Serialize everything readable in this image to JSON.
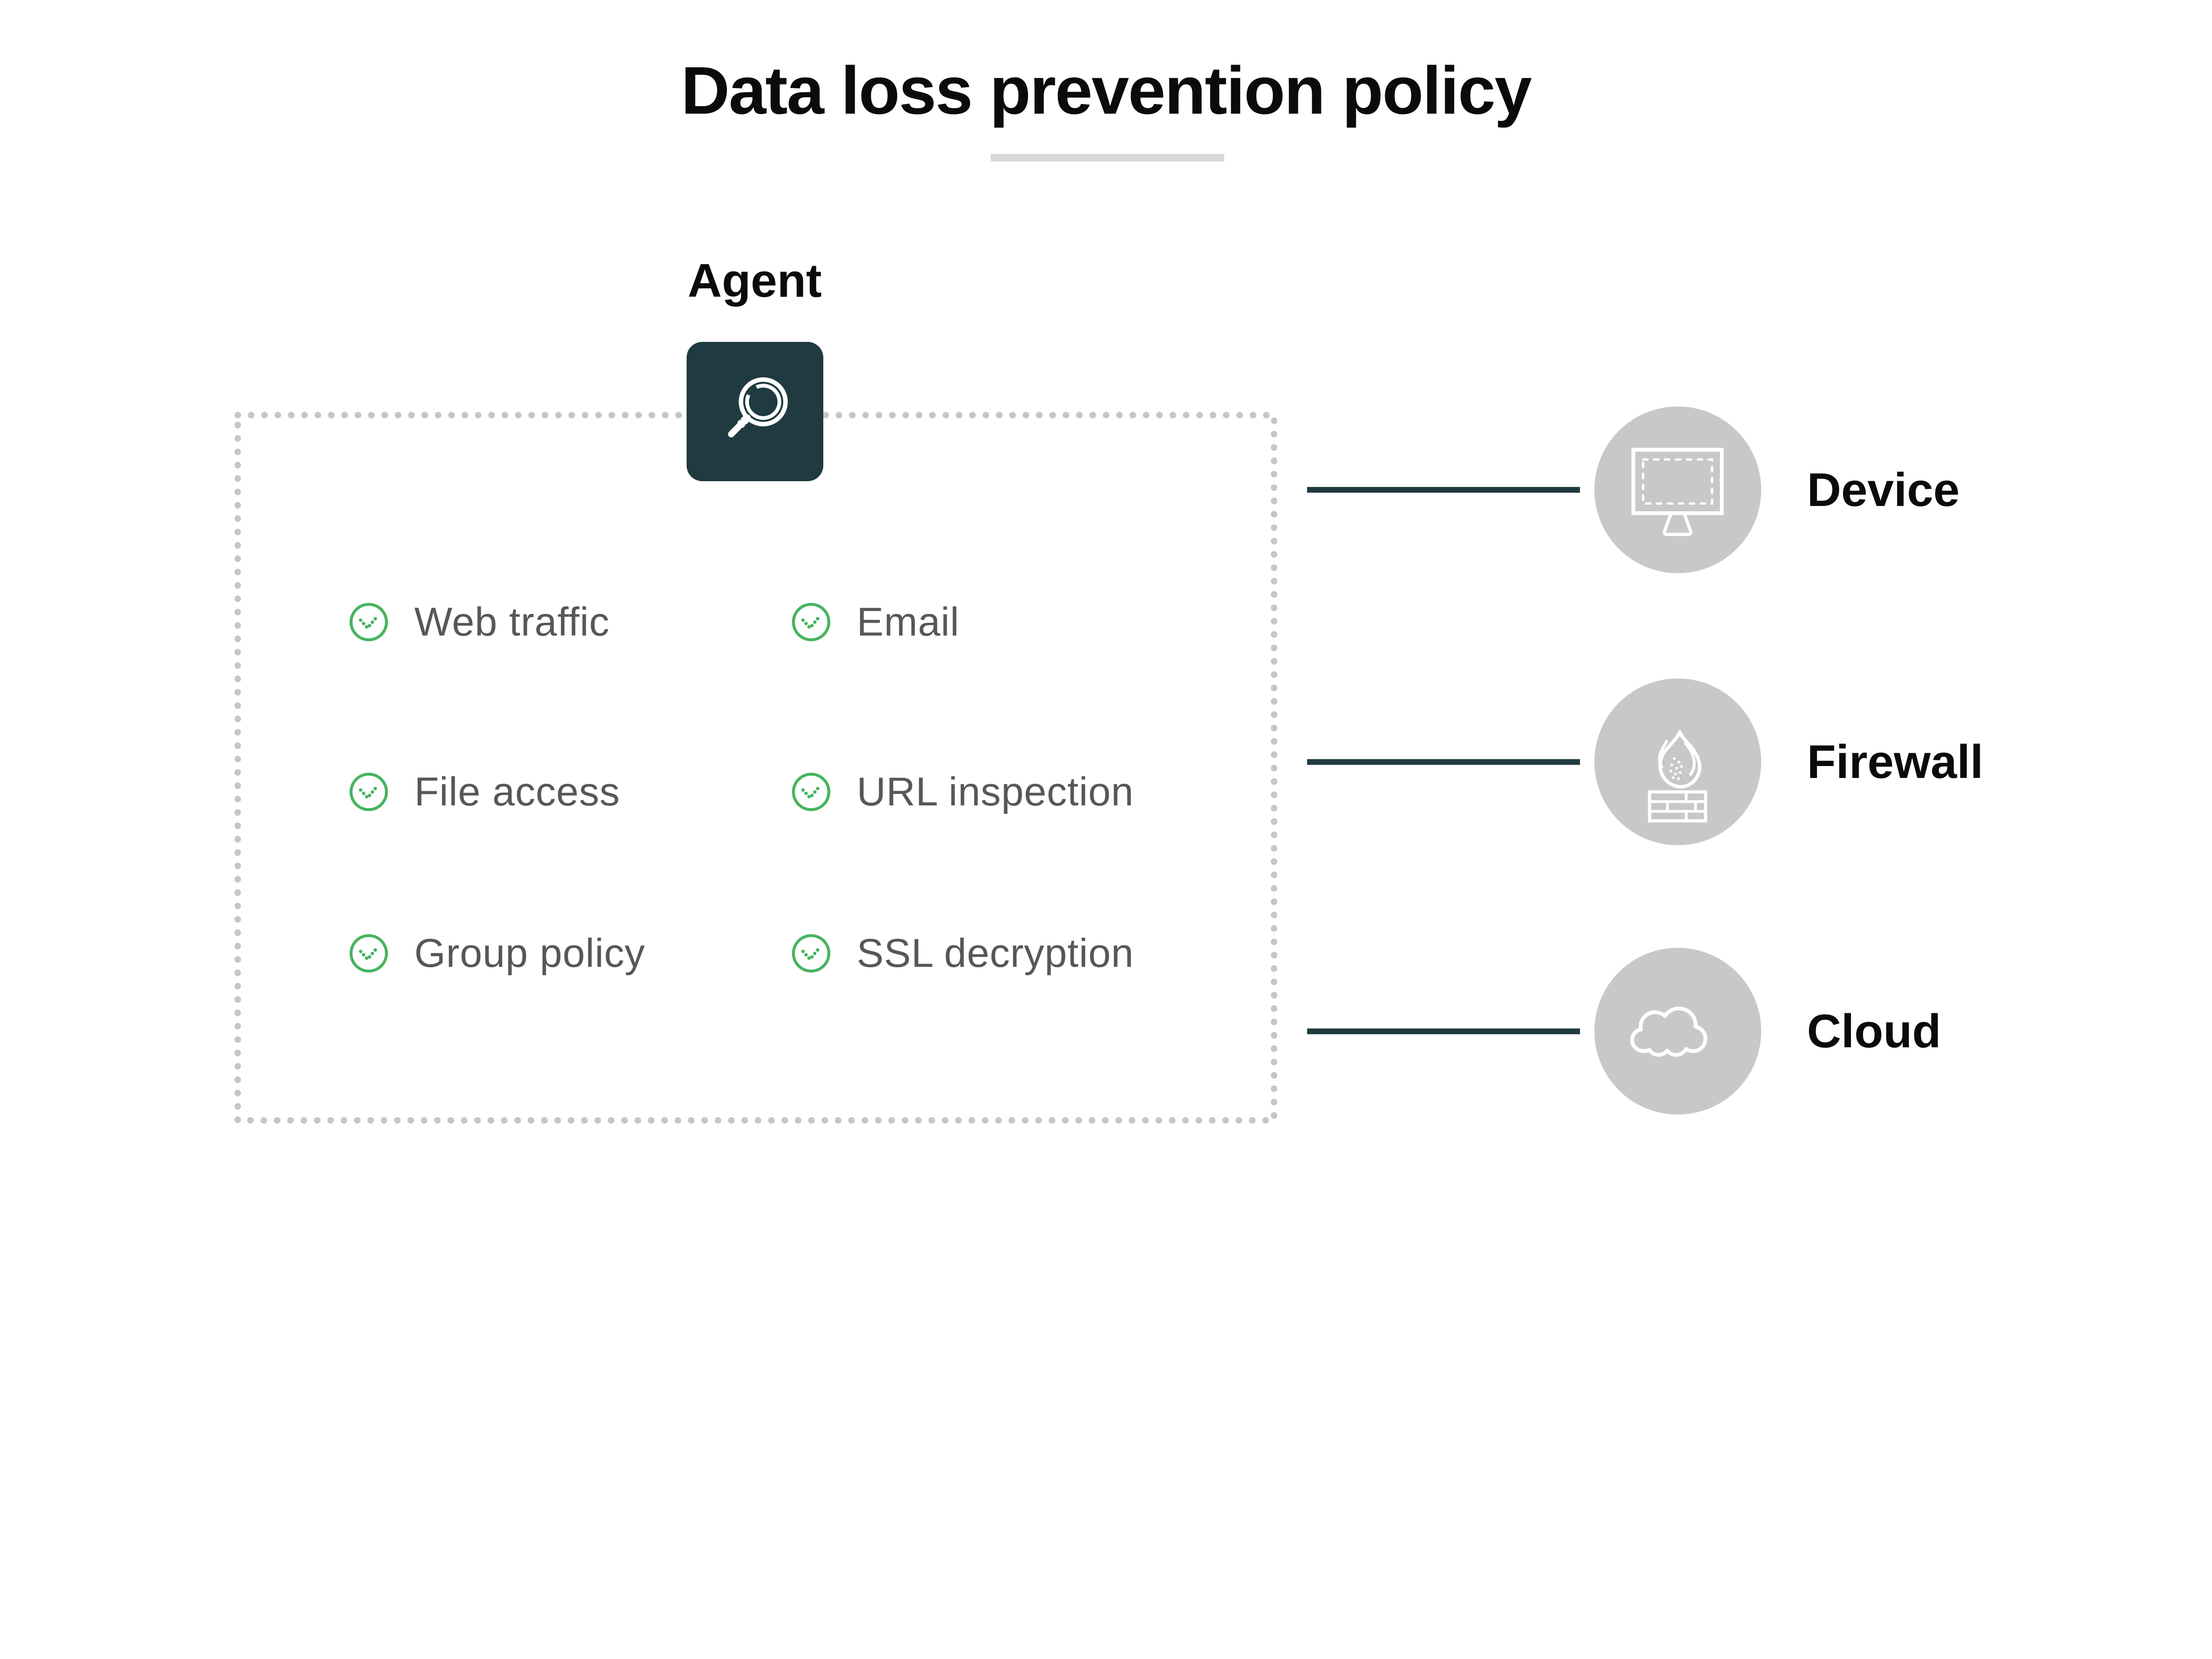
{
  "title": "Data loss prevention policy",
  "agent": {
    "label": "Agent",
    "icon": "magnifier-icon"
  },
  "capabilities": [
    {
      "label": "Web traffic",
      "status_icon": "check-icon"
    },
    {
      "label": "Email",
      "status_icon": "check-icon"
    },
    {
      "label": "File access",
      "status_icon": "check-icon"
    },
    {
      "label": "URL inspection",
      "status_icon": "check-icon"
    },
    {
      "label": "Group policy",
      "status_icon": "check-icon"
    },
    {
      "label": "SSL decryption",
      "status_icon": "check-icon"
    }
  ],
  "endpoints": [
    {
      "label": "Device",
      "icon": "monitor-icon"
    },
    {
      "label": "Firewall",
      "icon": "firewall-icon"
    },
    {
      "label": "Cloud",
      "icon": "cloud-icon"
    }
  ],
  "colors": {
    "accent_teal": "#1f3a40",
    "check_green": "#47b45f",
    "endpoint_circle_gray": "#c8c8c8",
    "dotted_border_gray": "#c6c6c6",
    "underline_gray": "#d8d8d8",
    "capability_text_gray": "#55585a",
    "heading_black": "#0b0b0b",
    "background": "#ffffff"
  }
}
